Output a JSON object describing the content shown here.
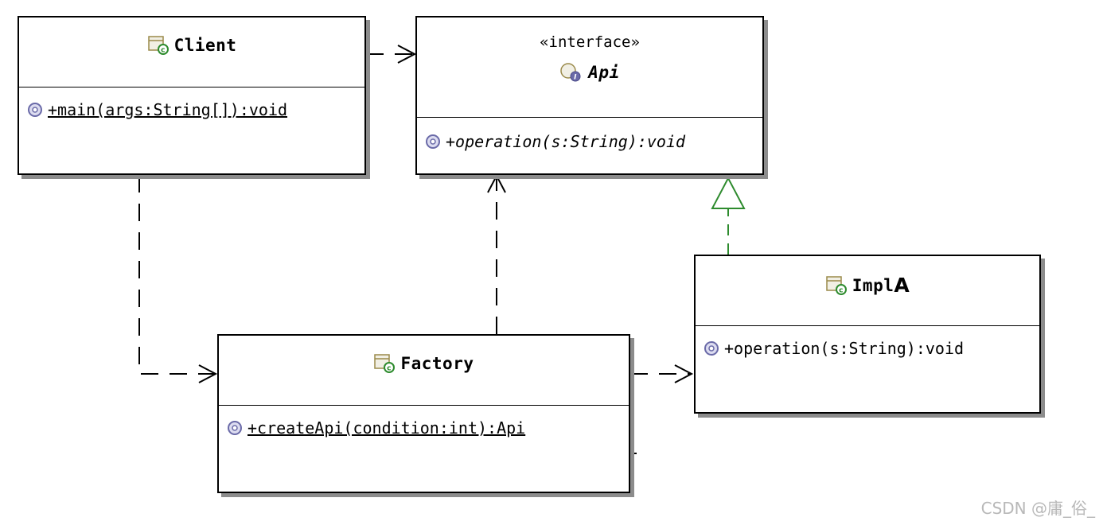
{
  "classes": {
    "client": {
      "name": "Client",
      "operation": "+main(args:String[]):void"
    },
    "api": {
      "stereotype": "«interface»",
      "name": "Api",
      "operation": "+operation(s:String):void"
    },
    "factory": {
      "name": "Factory",
      "operation": "+createApi(condition:int):Api"
    },
    "impla": {
      "name": "Impl",
      "name_suffix": "A",
      "operation": "+operation(s:String):void"
    }
  },
  "relationships": [
    {
      "from": "Client",
      "to": "Api",
      "type": "dependency"
    },
    {
      "from": "Client",
      "to": "Factory",
      "type": "dependency"
    },
    {
      "from": "Factory",
      "to": "Api",
      "type": "dependency"
    },
    {
      "from": "Factory",
      "to": "ImplA",
      "type": "dependency"
    },
    {
      "from": "ImplA",
      "to": "Api",
      "type": "realization"
    }
  ],
  "colors": {
    "border": "#000000",
    "shadow": "#8c8c8c",
    "realization": "#2e8b2e",
    "op_icon": "#6a6aa8",
    "watermark": "#b8b8b8"
  },
  "icons": {
    "class": "class-icon",
    "interface": "interface-icon",
    "operation": "public-operation-icon"
  },
  "watermark": "CSDN @庸_俗_"
}
